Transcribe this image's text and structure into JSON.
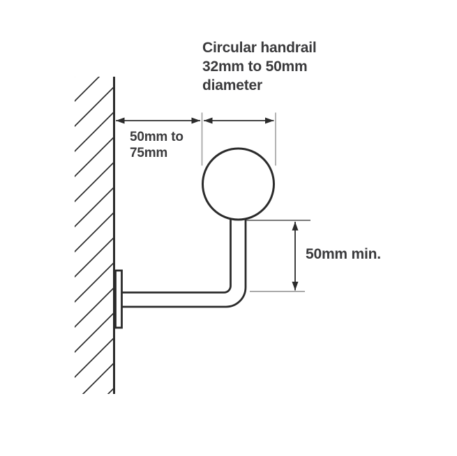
{
  "diagram": {
    "title": "Circular handrail\n32mm to 50mm\ndiameter",
    "labels": {
      "wall_offset": "50mm to\n75mm",
      "clearance": "50mm min."
    },
    "colors": {
      "line": "#2b2b2b",
      "extension_line_light": "#9e9e9e",
      "extension_line_dark": "#4d4d4d",
      "text": "#3a3a3c",
      "background": "#ffffff"
    }
  }
}
